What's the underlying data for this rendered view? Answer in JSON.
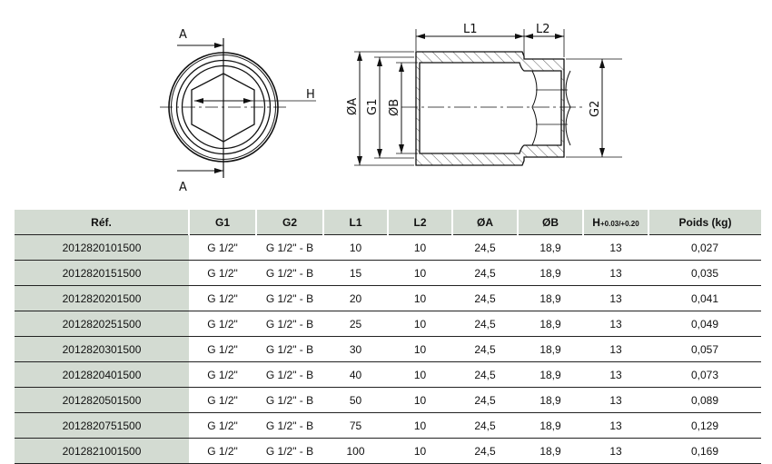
{
  "drawing": {
    "labels": {
      "section_a_top": "A",
      "section_a_bottom": "A",
      "h": "H",
      "l1": "L1",
      "l2": "L2",
      "dia_a": "ØA",
      "g1": "G1",
      "dia_b": "ØB",
      "g2": "G2"
    }
  },
  "table": {
    "headers": {
      "ref": "Réf.",
      "g1": "G1",
      "g2": "G2",
      "l1": "L1",
      "l2": "L2",
      "dia_a": "ØA",
      "dia_b": "ØB",
      "h": "H",
      "h_tol": "+0.03/+0.20",
      "weight": "Poids (kg)"
    },
    "rows": [
      {
        "ref": "2012820101500",
        "g1": "G 1/2\"",
        "g2": "G 1/2\" - B",
        "l1": "10",
        "l2": "10",
        "a": "24,5",
        "b": "18,9",
        "h": "13",
        "w": "0,027"
      },
      {
        "ref": "2012820151500",
        "g1": "G 1/2\"",
        "g2": "G 1/2\" - B",
        "l1": "15",
        "l2": "10",
        "a": "24,5",
        "b": "18,9",
        "h": "13",
        "w": "0,035"
      },
      {
        "ref": "2012820201500",
        "g1": "G 1/2\"",
        "g2": "G 1/2\" - B",
        "l1": "20",
        "l2": "10",
        "a": "24,5",
        "b": "18,9",
        "h": "13",
        "w": "0,041"
      },
      {
        "ref": "2012820251500",
        "g1": "G 1/2\"",
        "g2": "G 1/2\" - B",
        "l1": "25",
        "l2": "10",
        "a": "24,5",
        "b": "18,9",
        "h": "13",
        "w": "0,049"
      },
      {
        "ref": "2012820301500",
        "g1": "G 1/2\"",
        "g2": "G 1/2\" - B",
        "l1": "30",
        "l2": "10",
        "a": "24,5",
        "b": "18,9",
        "h": "13",
        "w": "0,057"
      },
      {
        "ref": "2012820401500",
        "g1": "G 1/2\"",
        "g2": "G 1/2\" - B",
        "l1": "40",
        "l2": "10",
        "a": "24,5",
        "b": "18,9",
        "h": "13",
        "w": "0,073"
      },
      {
        "ref": "2012820501500",
        "g1": "G 1/2\"",
        "g2": "G 1/2\" - B",
        "l1": "50",
        "l2": "10",
        "a": "24,5",
        "b": "18,9",
        "h": "13",
        "w": "0,089"
      },
      {
        "ref": "2012820751500",
        "g1": "G 1/2\"",
        "g2": "G 1/2\" - B",
        "l1": "75",
        "l2": "10",
        "a": "24,5",
        "b": "18,9",
        "h": "13",
        "w": "0,129"
      },
      {
        "ref": "2012821001500",
        "g1": "G 1/2\"",
        "g2": "G 1/2\" - B",
        "l1": "100",
        "l2": "10",
        "a": "24,5",
        "b": "18,9",
        "h": "13",
        "w": "0,169"
      }
    ]
  }
}
